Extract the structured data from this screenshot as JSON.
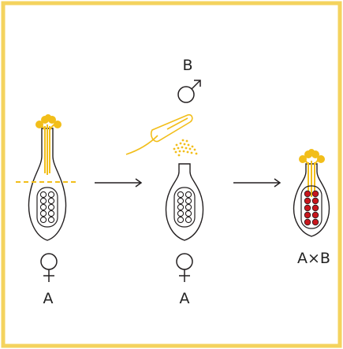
{
  "colors": {
    "border": "#F4D35E",
    "accent": "#F2BE1A",
    "line": "#231F20",
    "seed": "#C8161D",
    "background": "#FFFFFF"
  },
  "labels": {
    "left_parent": "A",
    "middle_parent": "A",
    "pollen_donor": "B",
    "result": "A×B"
  },
  "icons": {
    "female_symbol": "female-symbol-icon",
    "male_symbol": "male-symbol-icon",
    "arrow": "right-arrow-icon"
  }
}
